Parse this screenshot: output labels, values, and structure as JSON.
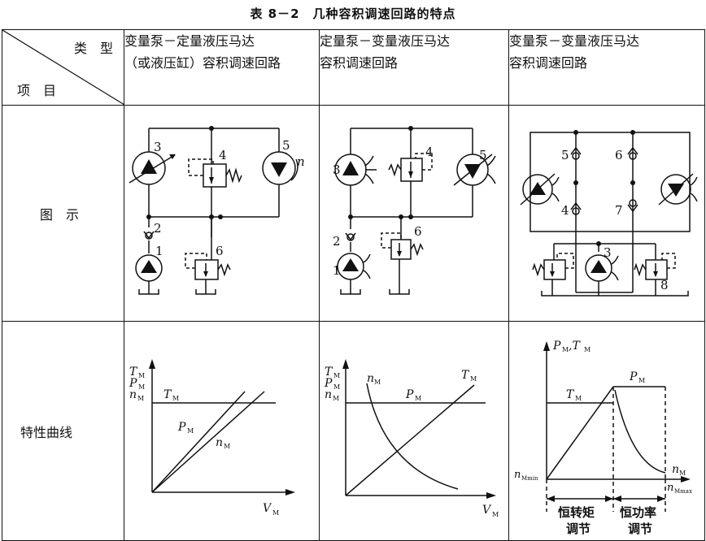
{
  "table": {
    "title": "表 8－2　几种容积调速回路的特点",
    "corner": {
      "top_right": "类　型",
      "bottom_left": "项　目"
    },
    "columns": [
      {
        "line1": "变量泵－定量液压马达",
        "line2": "（或液压缸）容积调速回路"
      },
      {
        "line1": "定量泵－变量液压马达",
        "line2": "容积调速回路"
      },
      {
        "line1": "变量泵－变量液压马达",
        "line2": "容积调速回路"
      }
    ],
    "rows": {
      "diagram": "图　示",
      "curve": "特性曲线"
    }
  },
  "circuit1": {
    "labels": [
      "3",
      "4",
      "5",
      "n",
      "2",
      "1",
      "6"
    ]
  },
  "circuit2": {
    "labels": [
      "3",
      "4",
      "5",
      "2",
      "6",
      "1"
    ]
  },
  "circuit3": {
    "labels": [
      "5",
      "6",
      "4",
      "7",
      "3",
      "8"
    ]
  },
  "curve1": {
    "y_labels": [
      "T",
      "M",
      "P",
      "M",
      "n",
      "M"
    ],
    "x_label": [
      "V",
      "M"
    ],
    "lines": [
      [
        "T",
        "M"
      ],
      [
        "P",
        "M"
      ],
      [
        "n",
        "M"
      ]
    ]
  },
  "curve2": {
    "y_labels": [
      "T",
      "M",
      "P",
      "M",
      "n",
      "M"
    ],
    "x_label": [
      "V",
      "M"
    ],
    "lines": [
      [
        "n",
        "M"
      ],
      [
        "P",
        "M"
      ],
      [
        "T",
        "M"
      ]
    ]
  },
  "curve3": {
    "y_label": [
      "P",
      "M",
      ",T",
      "M"
    ],
    "lines": [
      [
        "T",
        "M"
      ],
      [
        "P",
        "M"
      ]
    ],
    "x_min": [
      "n",
      "Mmin"
    ],
    "x_axis": [
      "n",
      "M"
    ],
    "x_max": [
      "n",
      "Mmax"
    ],
    "region1": [
      "恒转矩",
      "调节"
    ],
    "region2": [
      "恒功率",
      "调节"
    ]
  }
}
